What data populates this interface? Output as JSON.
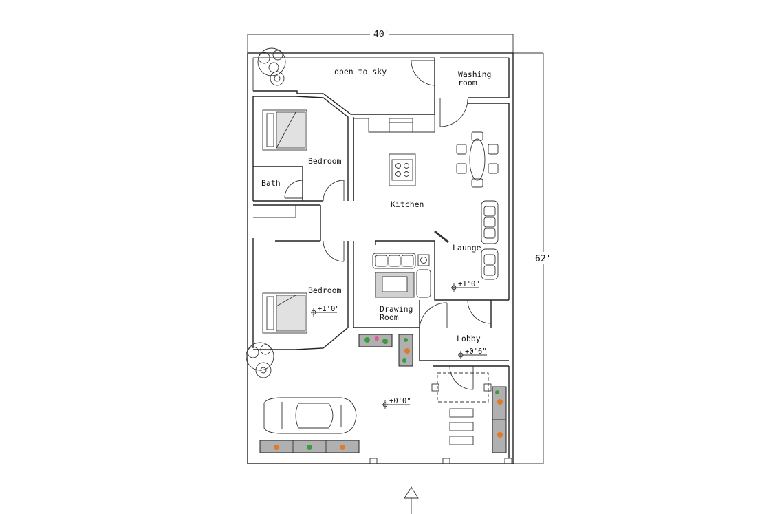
{
  "dimensions": {
    "width": "40'",
    "depth": "62'"
  },
  "rooms": {
    "open_to_sky": "open to sky",
    "washing_room_line1": "Washing",
    "washing_room_line2": "room",
    "bedroom_top": "Bedroom",
    "bath": "Bath",
    "kitchen": "Kitchen",
    "lounge": "Launge",
    "bedroom_bottom": "Bedroom",
    "drawing_room_line1": "Drawing",
    "drawing_room_line2": "Room",
    "lobby": "Lobby"
  },
  "levels": {
    "bedroom": "+1'0\"",
    "lounge": "+1'0\"",
    "lobby": "+0'6\"",
    "porch": "+0'0\""
  }
}
